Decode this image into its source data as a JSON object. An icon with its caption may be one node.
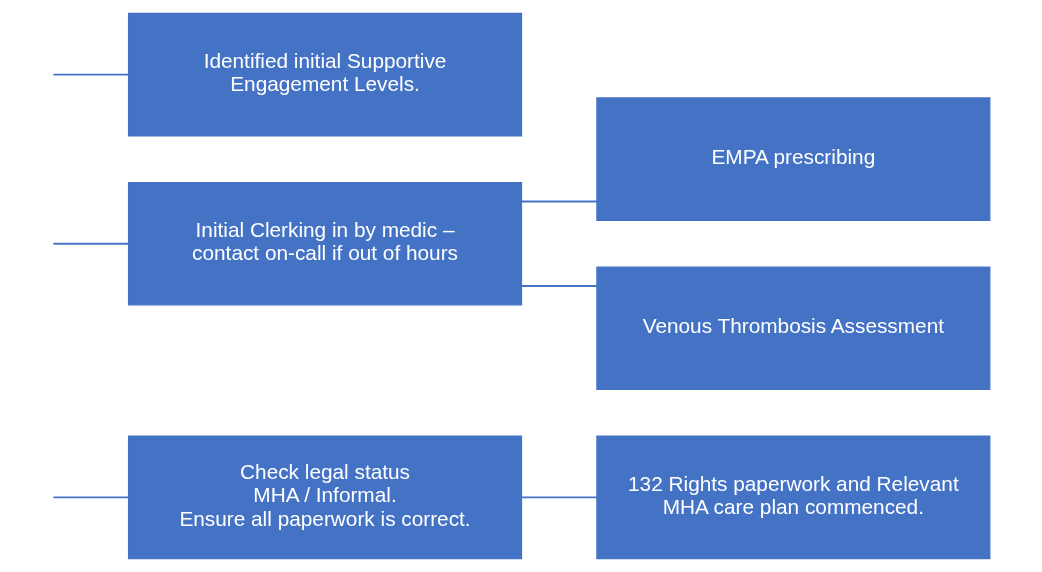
{
  "diagram": {
    "nodes": [
      {
        "text": [
          "Check legal status",
          "MHA / Informal.",
          "Ensure all paperwork is correct."
        ]
      },
      {
        "text": [
          "132 Rights paperwork and Relevant MHA care plan commenced."
        ]
      },
      {
        "text": [
          "Initial Clerking in by medic – contact on-call if out of hours"
        ]
      },
      {
        "text": [
          "EMPA prescribing"
        ]
      },
      {
        "text": [
          "Venous Thrombosis Assessment"
        ]
      },
      {
        "text": [
          "Identified initial Supportive Engagement Levels."
        ]
      }
    ],
    "edges": [
      {
        "from": null,
        "to": 0,
        "arrow": "none"
      },
      {
        "from": null,
        "to": 2,
        "arrow": "none"
      },
      {
        "from": null,
        "to": 5,
        "arrow": "none"
      },
      {
        "from": 0,
        "to": 1,
        "arrow": "none"
      },
      {
        "from": 2,
        "to": 3,
        "arrow": "none"
      },
      {
        "from": 2,
        "to": 4,
        "arrow": "none"
      }
    ]
  }
}
